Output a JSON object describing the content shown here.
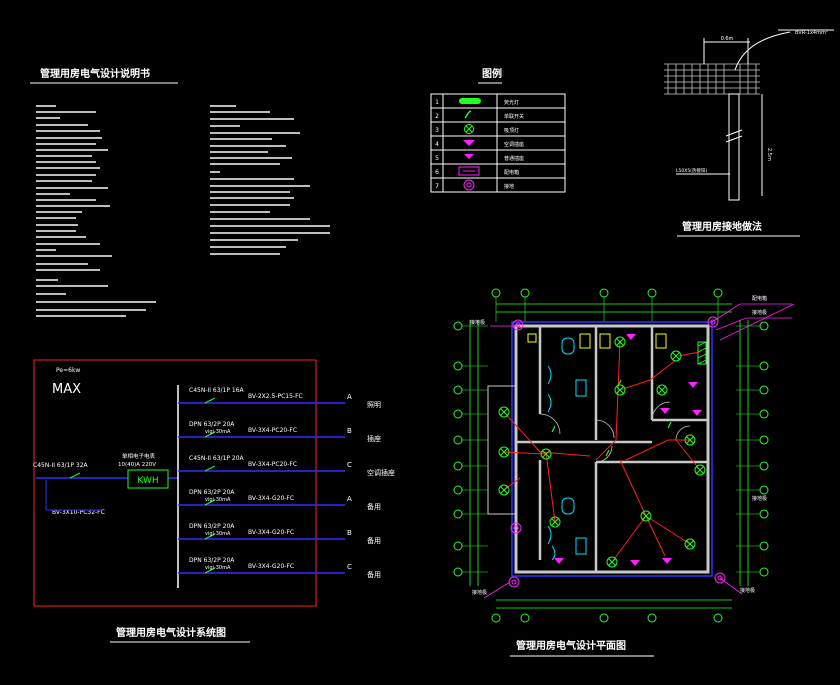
{
  "colors": {
    "background": "#000000",
    "text": "#ffffff",
    "frame": "#ff2020",
    "wire": "#3030ff",
    "green": "#20ff20",
    "magenta": "#ff20ff",
    "cyan": "#00e0ff",
    "yellow": "#ffff00",
    "gray": "#c8c8c8"
  },
  "notes": {
    "title": "管理用房电气设计说明书"
  },
  "legend": {
    "title": "图例",
    "rows": [
      {
        "num": "1",
        "icon": "fluorescent-lamp-icon",
        "text": "荧光灯"
      },
      {
        "num": "2",
        "icon": "switch-icon",
        "text": "单联开关"
      },
      {
        "num": "3",
        "icon": "ceiling-lamp-icon",
        "text": "吸顶灯"
      },
      {
        "num": "4",
        "icon": "socket-icon",
        "text": "空调插座"
      },
      {
        "num": "5",
        "icon": "socket-icon",
        "text": "普通插座"
      },
      {
        "num": "6",
        "icon": "distribution-box-icon",
        "text": "配电箱"
      },
      {
        "num": "7",
        "icon": "ground-point-icon",
        "text": "接地"
      }
    ]
  },
  "grounding": {
    "title": "管理用房接地做法",
    "wire_label": "BVR-1x4mm²",
    "dim_top": "0.6m",
    "dim_side": "2.5m",
    "steel_label": "L50X5(热镀锌)"
  },
  "system": {
    "title": "管理用房电气设计系统图",
    "meter_label": "KWH",
    "max_label": "MAX",
    "pe_label": "Pe=6kw",
    "main_breaker": "C45N-II 63/1P 32A",
    "incoming_cable": "BV-3X10-PC32-FC",
    "meter_note1": "单相电子电表",
    "meter_note2": "10(40)A 220V",
    "branches": [
      {
        "breaker": "C45N-II 63/1P 16A",
        "sub": "",
        "cable": "BV-2X2.5-PC15-FC",
        "phase": "A",
        "use": "照明"
      },
      {
        "breaker": "DPN 63/2P 20A",
        "sub": "vigi-30mA",
        "cable": "BV-3X4-PC20-FC",
        "phase": "B",
        "use": "插座"
      },
      {
        "breaker": "C45N-II 63/1P 20A",
        "sub": "",
        "cable": "BV-3X4-PC20-FC",
        "phase": "C",
        "use": "空调插座"
      },
      {
        "breaker": "DPN 63/2P 20A",
        "sub": "vigi-30mA",
        "cable": "BV-3X4-G20-FC",
        "phase": "A",
        "use": "备用"
      },
      {
        "breaker": "DPN 63/2P 20A",
        "sub": "vigi-30mA",
        "cable": "BV-3X4-G20-FC",
        "phase": "B",
        "use": "备用"
      },
      {
        "breaker": "DPN 63/2P 20A",
        "sub": "vigi-30mA",
        "cable": "BV-3X4-G20-FC",
        "phase": "C",
        "use": "备用"
      }
    ]
  },
  "plan": {
    "title": "管理用房电气设计平面图",
    "callouts": [
      "接地极",
      "接地极",
      "接地极",
      "配电箱",
      "接地极",
      "接地极"
    ]
  }
}
